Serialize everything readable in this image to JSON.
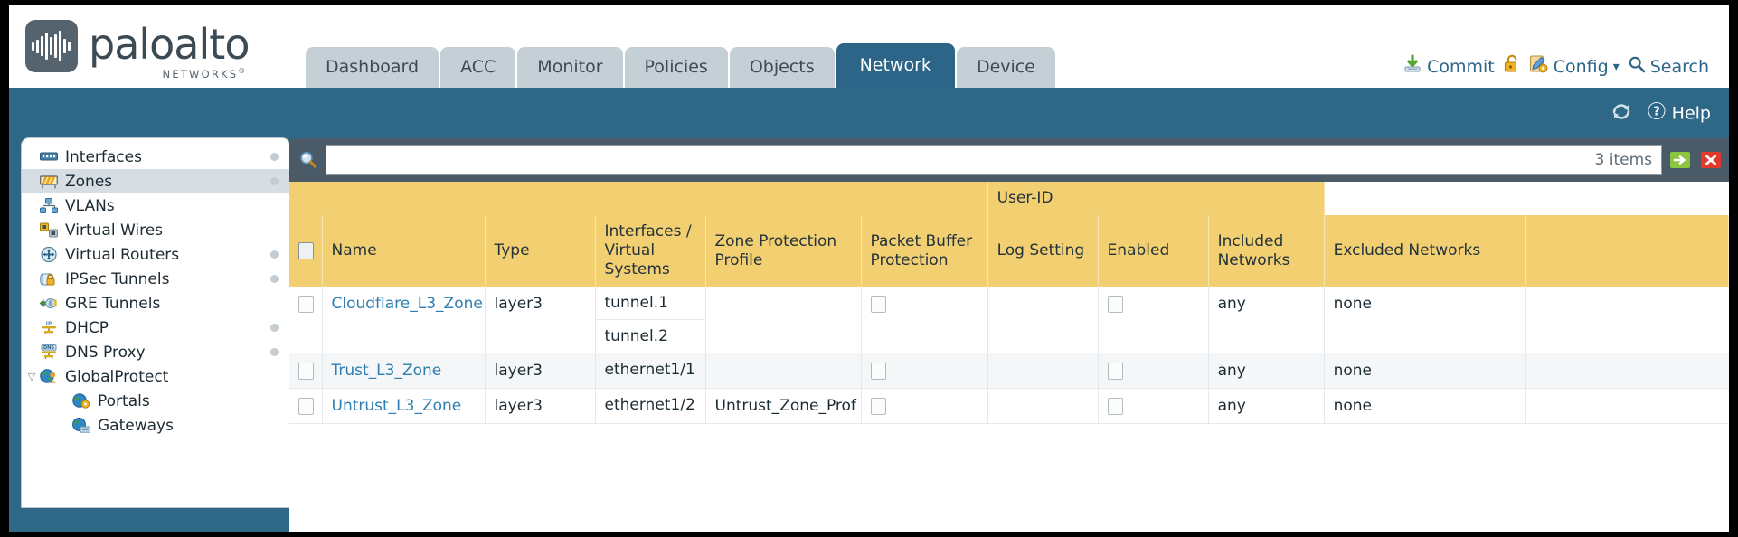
{
  "brand": {
    "name": "paloalto",
    "tagline": "NETWORKS",
    "registered": "®"
  },
  "tabs": [
    {
      "label": "Dashboard",
      "active": false
    },
    {
      "label": "ACC",
      "active": false
    },
    {
      "label": "Monitor",
      "active": false
    },
    {
      "label": "Policies",
      "active": false
    },
    {
      "label": "Objects",
      "active": false
    },
    {
      "label": "Network",
      "active": true
    },
    {
      "label": "Device",
      "active": false
    }
  ],
  "top_actions": {
    "commit": "Commit",
    "config": "Config",
    "search": "Search",
    "lock_icon": "padlock-unlocked-icon",
    "commit_icon": "commit-icon",
    "config_icon": "config-wrench-icon",
    "config_caret": "▾",
    "search_icon": "search-icon"
  },
  "band": {
    "refresh_icon": "refresh-icon",
    "help_label": "Help",
    "help_icon": "help-question-icon"
  },
  "sidebar": {
    "items": [
      {
        "label": "Interfaces",
        "icon": "interfaces-icon",
        "selected": false,
        "dot": true,
        "child": false,
        "caret": ""
      },
      {
        "label": "Zones",
        "icon": "zones-icon",
        "selected": true,
        "dot": true,
        "child": false,
        "caret": ""
      },
      {
        "label": "VLANs",
        "icon": "vlans-icon",
        "selected": false,
        "dot": false,
        "child": false,
        "caret": ""
      },
      {
        "label": "Virtual Wires",
        "icon": "virtual-wires-icon",
        "selected": false,
        "dot": false,
        "child": false,
        "caret": ""
      },
      {
        "label": "Virtual Routers",
        "icon": "virtual-routers-icon",
        "selected": false,
        "dot": true,
        "child": false,
        "caret": ""
      },
      {
        "label": "IPSec Tunnels",
        "icon": "ipsec-tunnels-icon",
        "selected": false,
        "dot": true,
        "child": false,
        "caret": ""
      },
      {
        "label": "GRE Tunnels",
        "icon": "gre-tunnels-icon",
        "selected": false,
        "dot": false,
        "child": false,
        "caret": ""
      },
      {
        "label": "DHCP",
        "icon": "dhcp-icon",
        "selected": false,
        "dot": true,
        "child": false,
        "caret": ""
      },
      {
        "label": "DNS Proxy",
        "icon": "dns-proxy-icon",
        "selected": false,
        "dot": true,
        "child": false,
        "caret": ""
      },
      {
        "label": "GlobalProtect",
        "icon": "globalprotect-icon",
        "selected": false,
        "dot": false,
        "child": false,
        "caret": "▽"
      },
      {
        "label": "Portals",
        "icon": "portals-icon",
        "selected": false,
        "dot": false,
        "child": true,
        "caret": ""
      },
      {
        "label": "Gateways",
        "icon": "gateways-icon",
        "selected": false,
        "dot": false,
        "child": true,
        "caret": ""
      }
    ]
  },
  "search": {
    "value": "",
    "placeholder": "",
    "items_count": "3 items",
    "icon": "search-magnifier-icon",
    "apply_icon": "apply-filter-arrow-icon",
    "clear_icon": "clear-filter-x-icon"
  },
  "table": {
    "group_header": {
      "label": "User-ID",
      "span": 3
    },
    "columns": [
      "Name",
      "Type",
      "Interfaces / Virtual Systems",
      "Zone Protection Profile",
      "Packet Buffer Protection",
      "Log Setting",
      "Enabled",
      "Included Networks",
      "Excluded Networks"
    ],
    "rows": [
      {
        "checked": false,
        "name": "Cloudflare_L3_Zone",
        "type": "layer3",
        "interfaces": [
          "tunnel.1",
          "tunnel.2"
        ],
        "zone_protection_profile": "",
        "packet_buffer_protection": false,
        "log_setting": "",
        "userid_enabled": false,
        "included_networks": "any",
        "excluded_networks": "none"
      },
      {
        "checked": false,
        "name": "Trust_L3_Zone",
        "type": "layer3",
        "interfaces": [
          "ethernet1/1"
        ],
        "zone_protection_profile": "",
        "packet_buffer_protection": false,
        "log_setting": "",
        "userid_enabled": false,
        "included_networks": "any",
        "excluded_networks": "none"
      },
      {
        "checked": false,
        "name": "Untrust_L3_Zone",
        "type": "layer3",
        "interfaces": [
          "ethernet1/2"
        ],
        "zone_protection_profile": "Untrust_Zone_Prof",
        "packet_buffer_protection": false,
        "log_setting": "",
        "userid_enabled": false,
        "included_networks": "any",
        "excluded_networks": "none"
      }
    ]
  },
  "colors": {
    "brand_dark": "#3c4a54",
    "band_blue": "#2f6887",
    "tab_active": "#2c6588",
    "tab_inactive": "#c4d0d6",
    "header_gold": "#f2cf71",
    "group_gold": "#dfaa37",
    "link_blue": "#2c7fb0",
    "search_bar": "#4a5a66"
  }
}
